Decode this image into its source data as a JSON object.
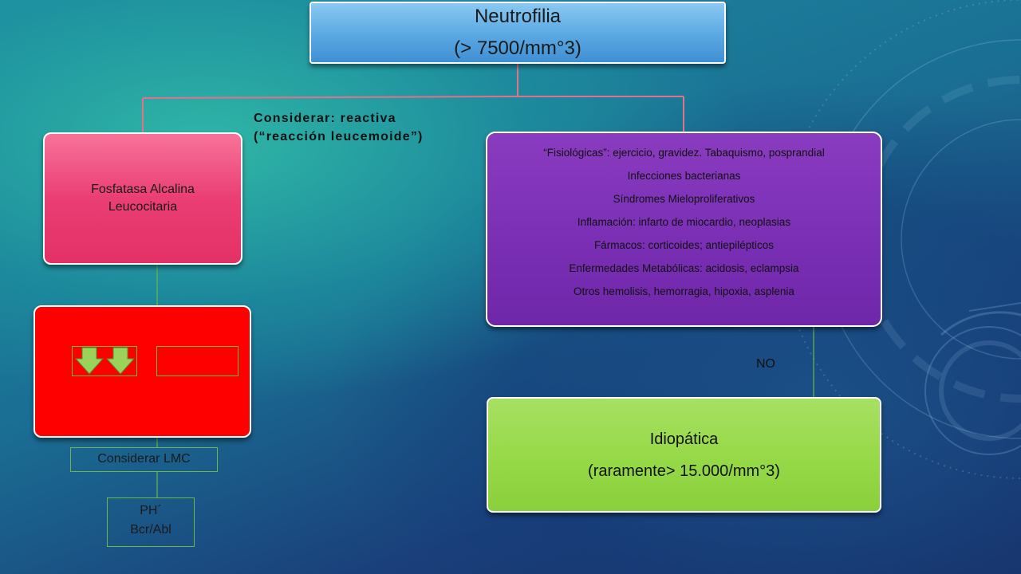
{
  "title": {
    "line1": "Neutrofilia",
    "line2": "(> 7500/mm°3)"
  },
  "branches": {
    "falc": {
      "label": "Fosfatasa Alcalina Leucocitaria"
    },
    "low_falc": {
      "arrows_icon": "double-down-arrow-icon",
      "consider": "Considerar LMC",
      "tests_line1": "PH´",
      "tests_line2": "Bcr/Abl"
    },
    "reactive_note": {
      "line1": "Considerar: reactiva",
      "line2": "(“reacción leucemoide”)"
    },
    "causes": [
      "“Fisiológicas”: ejercicio, gravidez. Tabaquismo, posprandial",
      "Infecciones bacterianas",
      "Síndromes Mieloproliferativos",
      "Inflamación: infarto de miocardio, neoplasias",
      "Fármacos: corticoides; antiepilépticos",
      "Enfermedades Metabólicas: acidosis, eclampsia",
      "Otros hemolisis, hemorragia, hipoxia, asplenia"
    ],
    "no_label": "NO",
    "idiopathic": {
      "line1": "Idiopática",
      "line2": "(raramente> 15.000/mm°3)"
    }
  },
  "colors": {
    "title_box": "#5aa8e2",
    "falc_box": "#ea3e74",
    "red_box": "#ff0000",
    "causes_box": "#7a2fb5",
    "idiopathic_box": "#96d947",
    "connector": "#e0728a",
    "green_line": "#6cb74a",
    "arrow_fill": "#9bd35a"
  }
}
